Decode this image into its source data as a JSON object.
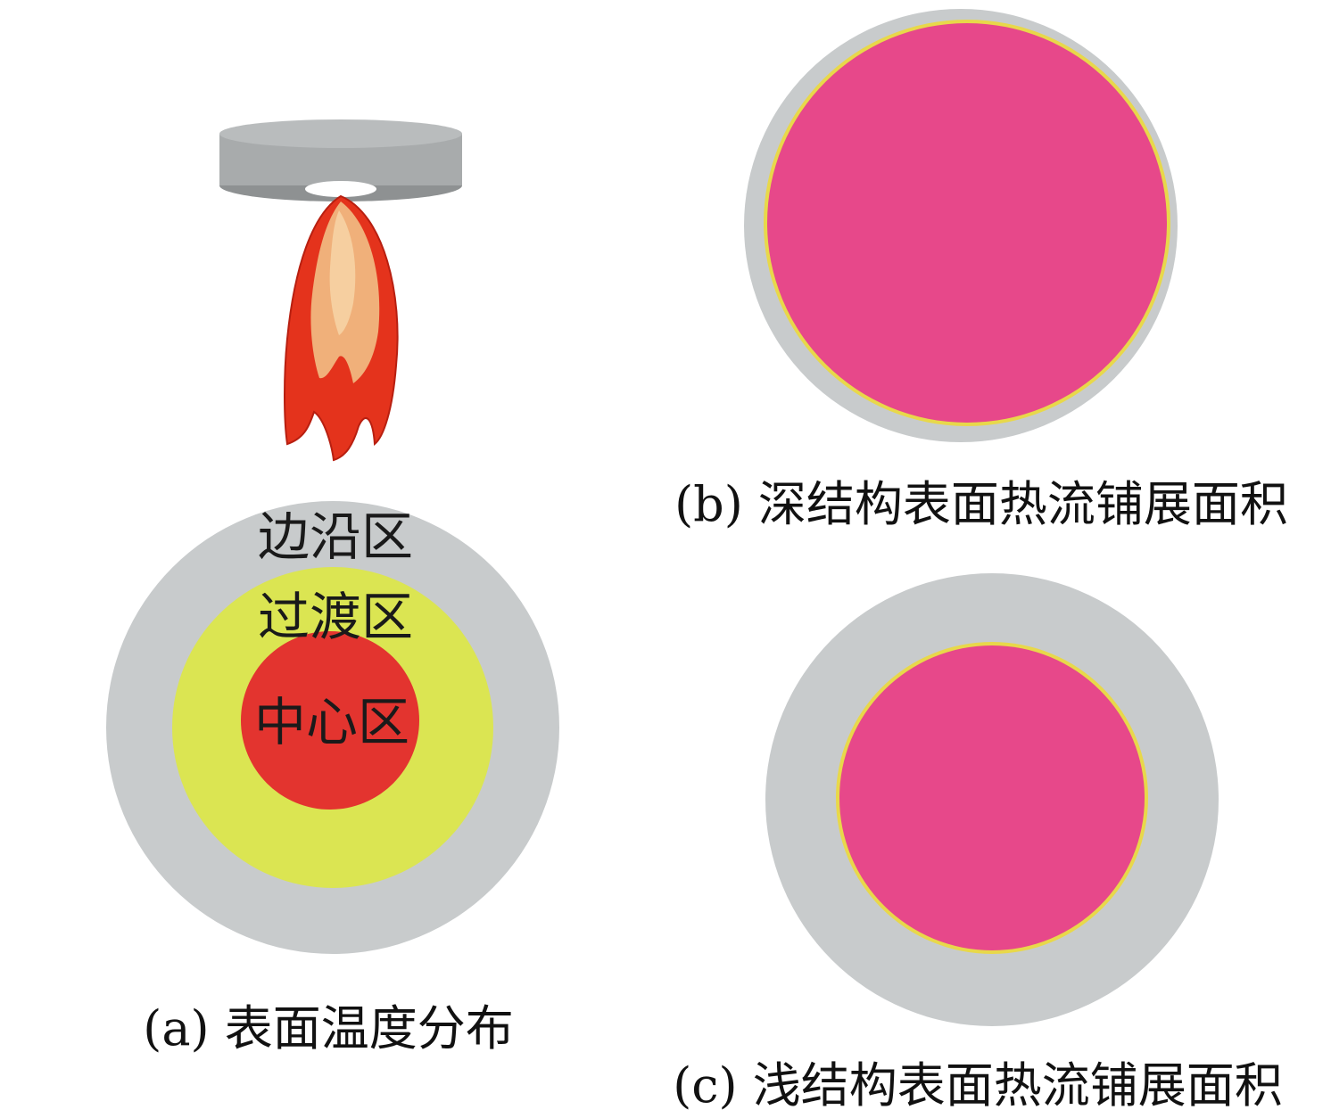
{
  "panel_a": {
    "labels": {
      "edge": "边沿区",
      "transition": "过渡区",
      "center": "中心区"
    },
    "caption": "(a) 表面温度分布"
  },
  "panel_b": {
    "caption": "(b) 深结构表面热流铺展面积"
  },
  "panel_c": {
    "caption": "(c) 浅结构表面热流铺展面积"
  },
  "colors": {
    "edge_zone": "#c8cbcc",
    "transition_zone": "#dbe552",
    "center_zone": "#e3342f",
    "heat_spread": "#e7488a",
    "spread_rim": "#e8d84a",
    "nozzle": "#a8abac",
    "flame_outer": "#e4331c",
    "flame_inner": "#f0b07a"
  }
}
